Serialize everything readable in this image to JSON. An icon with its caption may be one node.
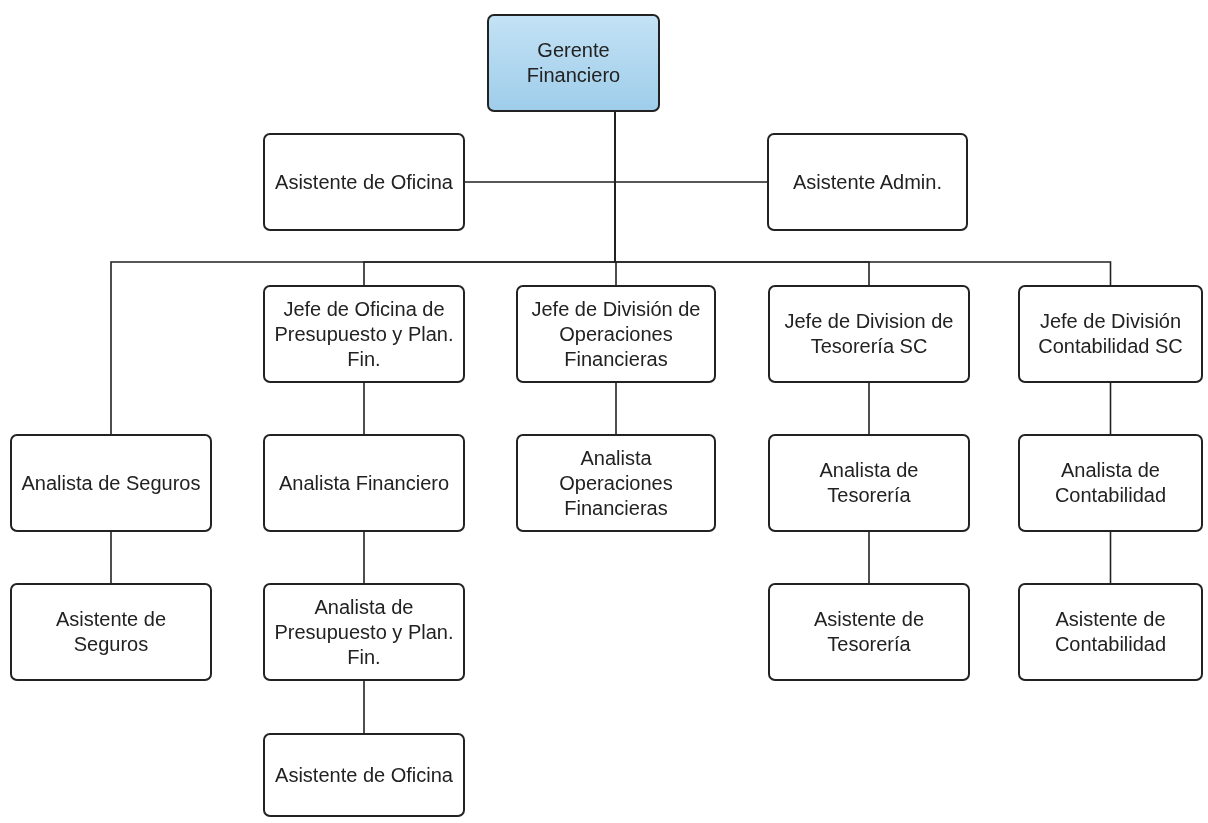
{
  "diagram": {
    "nodes": [
      {
        "text": [
          "Gerente Financiero"
        ]
      },
      {
        "text": [
          "Asistente de Oficina"
        ]
      },
      {
        "text": [
          "Asistente Admin."
        ]
      },
      {
        "text": [
          "Jefe de Oficina de Presupuesto y Plan. Fin."
        ]
      },
      {
        "text": [
          "Jefe de División de Operaciones Financieras"
        ]
      },
      {
        "text": [
          "Jefe de Division de Tesorería SC"
        ]
      },
      {
        "text": [
          "Jefe de División Contabilidad SC"
        ]
      },
      {
        "text": [
          "Analista de Seguros"
        ]
      },
      {
        "text": [
          "Analista Financiero"
        ]
      },
      {
        "text": [
          "Analista Operaciones Financieras"
        ]
      },
      {
        "text": [
          "Analista de Tesorería"
        ]
      },
      {
        "text": [
          "Analista de Contabilidad"
        ]
      },
      {
        "text": [
          "Asistente de Seguros"
        ]
      },
      {
        "text": [
          "Analista de Presupuesto y Plan. Fin."
        ]
      },
      {
        "text": [
          "Asistente de Tesorería"
        ]
      },
      {
        "text": [
          "Asistente de Contabilidad"
        ]
      },
      {
        "text": [
          "Asistente de Oficina"
        ]
      }
    ],
    "edges": [
      {
        "from": 0,
        "to": 1,
        "arrow": "none"
      },
      {
        "from": 0,
        "to": 2,
        "arrow": "none"
      },
      {
        "from": 0,
        "to": 7,
        "arrow": "none"
      },
      {
        "from": 0,
        "to": 3,
        "arrow": "none"
      },
      {
        "from": 0,
        "to": 4,
        "arrow": "none"
      },
      {
        "from": 0,
        "to": 5,
        "arrow": "none"
      },
      {
        "from": 0,
        "to": 6,
        "arrow": "none"
      },
      {
        "from": 3,
        "to": 8,
        "arrow": "none"
      },
      {
        "from": 4,
        "to": 9,
        "arrow": "none"
      },
      {
        "from": 5,
        "to": 10,
        "arrow": "none"
      },
      {
        "from": 6,
        "to": 11,
        "arrow": "none"
      },
      {
        "from": 7,
        "to": 12,
        "arrow": "none"
      },
      {
        "from": 8,
        "to": 13,
        "arrow": "none"
      },
      {
        "from": 10,
        "to": 14,
        "arrow": "none"
      },
      {
        "from": 11,
        "to": 15,
        "arrow": "none"
      },
      {
        "from": 13,
        "to": 16,
        "arrow": "none"
      }
    ]
  }
}
